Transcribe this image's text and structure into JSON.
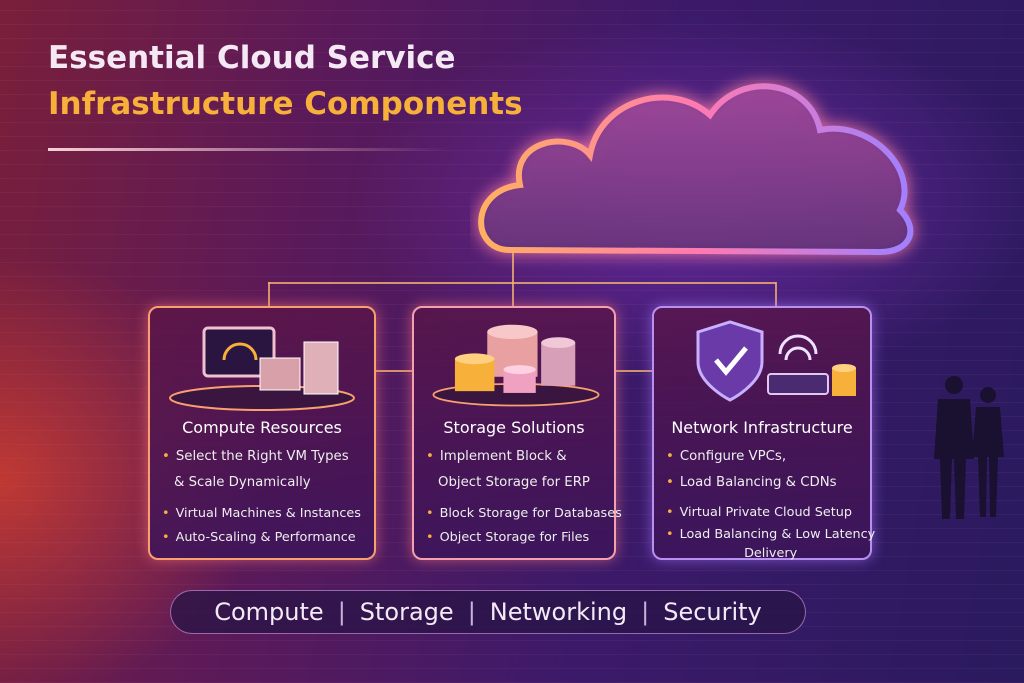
{
  "title": {
    "line1": "Essential Cloud Service",
    "line2": "Infrastructure Components"
  },
  "colors": {
    "accent": "#f7b03a",
    "card_border_warm": "#f8a070",
    "card_border_cool": "#b890f0"
  },
  "cards": [
    {
      "icon": "computer-servers-icon",
      "title": "Compute Resources",
      "bullets": [
        "Select the Right VM Types",
        "& Scale Dynamically"
      ],
      "details": [
        "Virtual Machines & Instances",
        "Auto-Scaling & Performance"
      ]
    },
    {
      "icon": "database-storage-icon",
      "title": "Storage Solutions",
      "bullets": [
        "Implement Block &",
        "Object Storage for ERP"
      ],
      "details": [
        "Block Storage for Databases",
        "Object Storage for Files"
      ]
    },
    {
      "icon": "shield-router-icon",
      "title": "Network Infrastructure",
      "bullets": [
        "Configure VPCs,",
        "Load Balancing & CDNs"
      ],
      "details": [
        "Virtual Private Cloud Setup",
        "Load Balancing & Low Latency",
        "Delivery"
      ]
    }
  ],
  "footer": {
    "items": [
      "Compute",
      "Storage",
      "Networking",
      "Security"
    ],
    "separator": "|"
  }
}
